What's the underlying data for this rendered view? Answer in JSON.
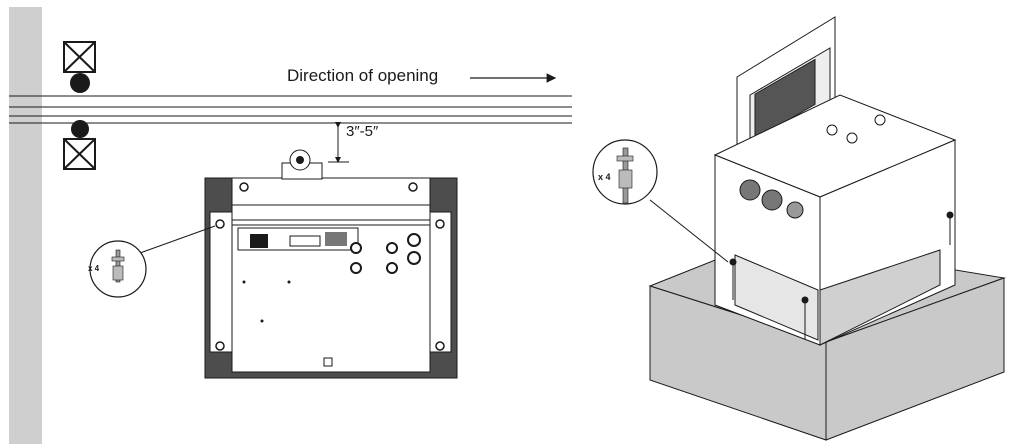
{
  "labels": {
    "direction": "Direction of opening",
    "clearance": "3″-5″",
    "quantity_left": "x 4",
    "quantity_right": "x 4"
  },
  "colors": {
    "post": "#cfcfcf",
    "pad_dark": "#4d4d4d",
    "pad_light": "#c9c9c9",
    "line": "#1a1a1a"
  },
  "icons": [
    "gate-roller-icon",
    "anchor-bolt-icon",
    "arrow-right-icon",
    "dimension-arrow-icon"
  ]
}
